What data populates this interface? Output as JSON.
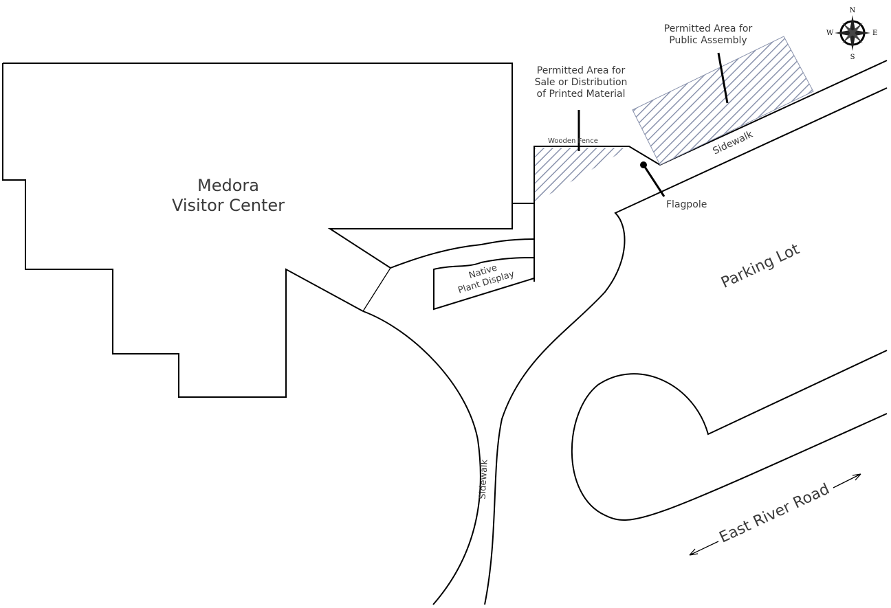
{
  "labels": {
    "visitor_center": [
      "Medora",
      "Visitor Center"
    ],
    "sale_area": [
      "Permitted Area for",
      "Sale or Distribution",
      "of Printed Material"
    ],
    "assembly_area": [
      "Permitted Area for",
      "Public Assembly"
    ],
    "wooden_fence": "Wooden Fence",
    "flagpole": "Flagpole",
    "sidewalk_north": "Sidewalk",
    "sidewalk_south": "Sidewalk",
    "native_plant": [
      "Native",
      "Plant Display"
    ],
    "parking_lot": "Parking Lot",
    "road": "East River Road"
  },
  "compass": {
    "n": "N",
    "s": "S",
    "e": "E",
    "w": "W"
  },
  "colors": {
    "hatch": "#8a93ad",
    "line": "#000000"
  }
}
